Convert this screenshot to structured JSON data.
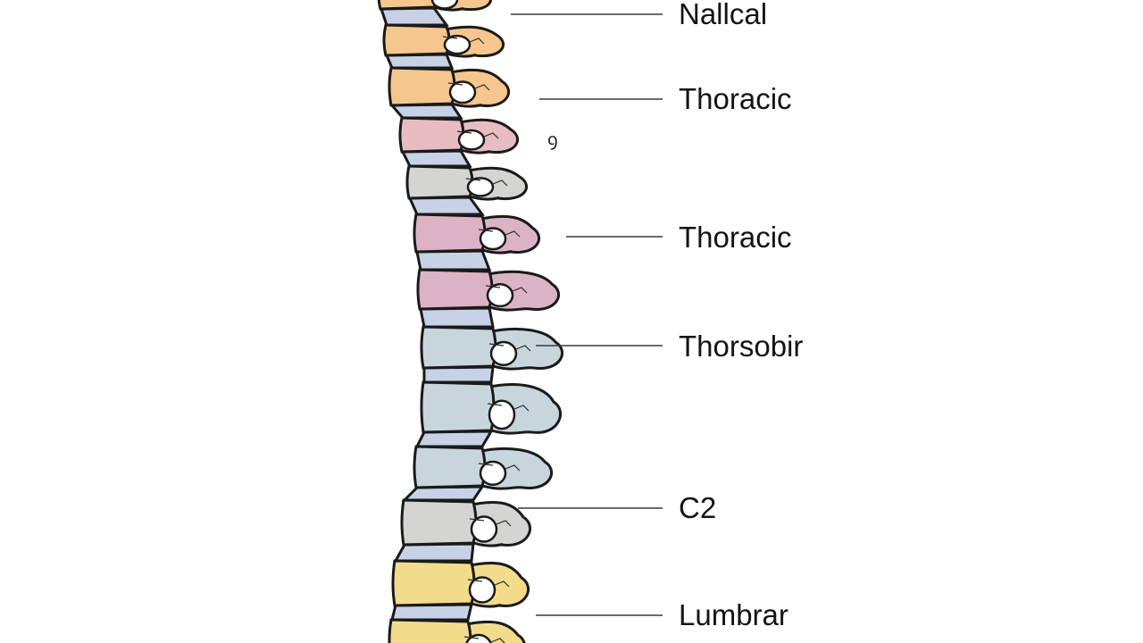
{
  "diagram": {
    "colors": {
      "cervical": "#f6c68f",
      "upper_thoracic": "#e8bcc3",
      "grey": "#d4d4d2",
      "pink": "#dcb3c4",
      "blue": "#c7d6dd",
      "lumbar": "#f2dc8c",
      "disc": "#c8d2e6",
      "outline": "#1a1a1a"
    },
    "labels": [
      {
        "id": "label-nallcal",
        "text": "Nallcal"
      },
      {
        "id": "label-thoracic-1",
        "text": "Thoracic"
      },
      {
        "id": "label-thoracic-2",
        "text": "Thoracic"
      },
      {
        "id": "label-thorsobir",
        "text": "Thorsobir"
      },
      {
        "id": "label-c2",
        "text": "C2"
      },
      {
        "id": "label-lumbrar",
        "text": "Lumbrar"
      }
    ],
    "stray_mark": "ꝯ"
  }
}
